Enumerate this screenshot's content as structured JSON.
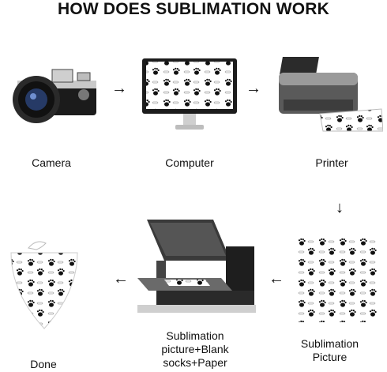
{
  "title": "HOW DOES SUBLIMATION WORK",
  "steps": {
    "camera": {
      "label": "Camera"
    },
    "computer": {
      "label": "Computer"
    },
    "printer": {
      "label": "Printer"
    },
    "sublimation_picture": {
      "label_line1": "Sublimation",
      "label_line2": "Picture"
    },
    "heat_press": {
      "label_line1": "Sublimation",
      "label_line2": "picture+Blank",
      "label_line3": "socks+Paper"
    },
    "done": {
      "label": "Done"
    }
  },
  "arrows": {
    "right": "→",
    "down": "↓",
    "left": "←"
  },
  "colors": {
    "text": "#111111",
    "background": "#ffffff",
    "pattern": "#000000"
  }
}
